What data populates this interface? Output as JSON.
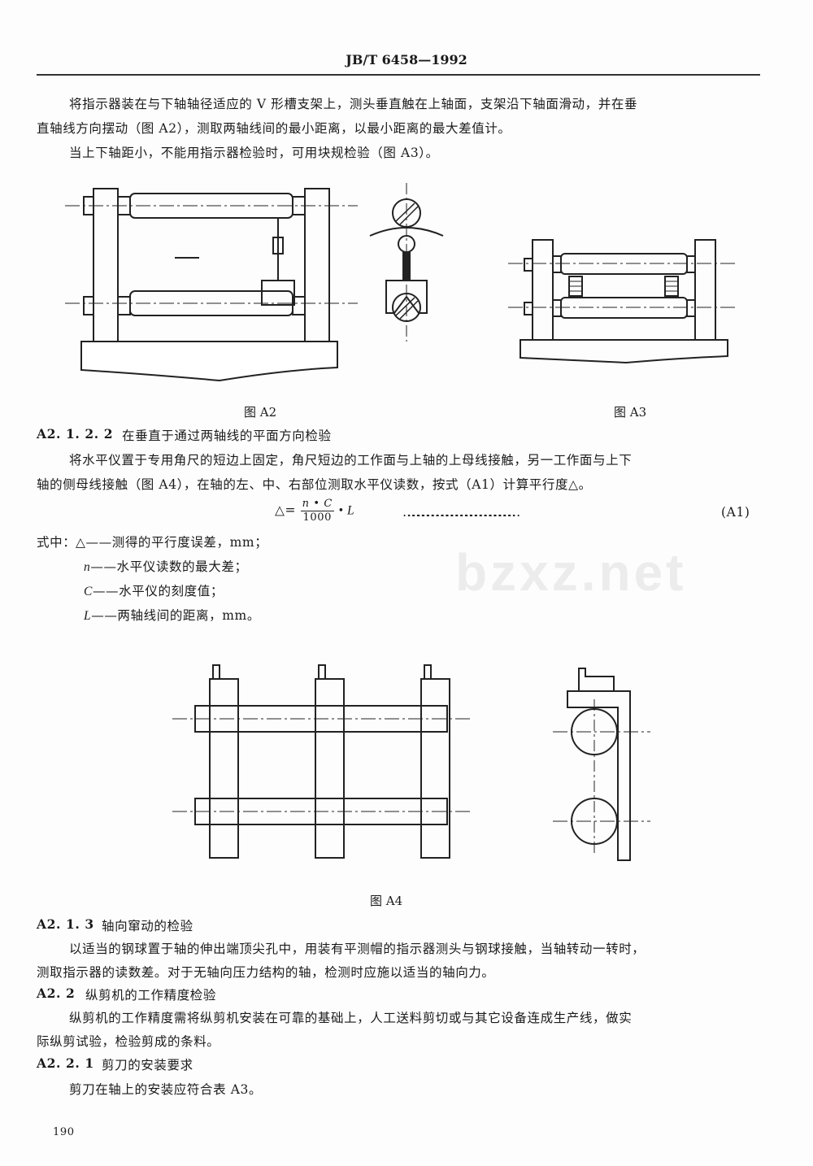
{
  "header": {
    "standard_no": "JB/T 6458—1992"
  },
  "watermark": "bzxz.net",
  "intro": {
    "p1_line1": "将指示器装在与下轴轴径适应的 V 形槽支架上，测头垂直触在上轴面，支架沿下轴面滑动，并在垂",
    "p1_line2": "直轴线方向摆动（图 A2），测取两轴线间的最小距离，以最小距离的最大差值计。",
    "p2": "当上下轴距小，不能用指示器检验时，可用块规检验（图 A3）。"
  },
  "figures": {
    "a2": "图 A2",
    "a3": "图 A3",
    "a4": "图  A4"
  },
  "s_a2122": {
    "number": "A2. 1. 2. 2",
    "title": "在垂直于通过两轴线的平面方向检验",
    "line1": "将水平仪置于专用角尺的短边上固定，角尺短边的工作面与上轴的上母线接触，另一工作面与上下",
    "line2": "轴的侧母线接触（图 A4），在轴的左、中、右部位测取水平仪读数，按式（A1）计算平行度△。"
  },
  "formula": {
    "lhs": "△=",
    "numerator": "n • C",
    "denominator": "1000",
    "rhs": "• L",
    "dots": "……………………………………………………………",
    "label": "(A1)"
  },
  "legend": {
    "intro": "式中：",
    "items": [
      {
        "sym": "△",
        "desc": "——测得的平行度误差，mm；"
      },
      {
        "sym": "n",
        "desc": "——水平仪读数的最大差；"
      },
      {
        "sym": "C",
        "desc": "——水平仪的刻度值；"
      },
      {
        "sym": "L",
        "desc": "——两轴线间的距离，mm。"
      }
    ]
  },
  "s_a213": {
    "number": "A2. 1. 3",
    "title": "轴向窜动的检验",
    "line1": "以适当的钢球置于轴的伸出端顶尖孔中，用装有平测帽的指示器测头与钢球接触，当轴转动一转时，",
    "line2": "测取指示器的读数差。对于无轴向压力结构的轴，检测时应施以适当的轴向力。"
  },
  "s_a22": {
    "number": "A2. 2",
    "title": "纵剪机的工作精度检验",
    "line1": "纵剪机的工作精度需将纵剪机安装在可靠的基础上，人工送料剪切或与其它设备连成生产线，做实",
    "line2": "际纵剪试验，检验剪成的条料。"
  },
  "s_a221": {
    "number": "A2. 2. 1",
    "title": "剪刀的安装要求",
    "line1": "剪刀在轴上的安装应符合表 A3。"
  },
  "page_number": "190"
}
